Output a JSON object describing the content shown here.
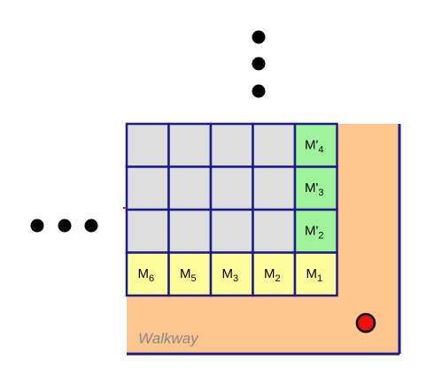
{
  "colors": {
    "walkway_fill": "#fcc48e",
    "grid_line": "#1b1b8c",
    "empty_cell": "#dedede",
    "bottom_row_cell": "#fdfd9b",
    "right_column_cell": "#9df29a",
    "marker": "#ee1111"
  },
  "walkway_label": "Walkway",
  "grid": {
    "rows": 4,
    "cols": 5,
    "bottom_row_labels": [
      {
        "base": "M",
        "prime": "",
        "sub": "6"
      },
      {
        "base": "M",
        "prime": "",
        "sub": "5"
      },
      {
        "base": "M",
        "prime": "",
        "sub": "3"
      },
      {
        "base": "M",
        "prime": "",
        "sub": "2"
      },
      {
        "base": "M",
        "prime": "",
        "sub": "1"
      }
    ],
    "right_column_labels": [
      {
        "base": "M",
        "prime": "'",
        "sub": "4"
      },
      {
        "base": "M",
        "prime": "'",
        "sub": "3"
      },
      {
        "base": "M",
        "prime": "'",
        "sub": "2"
      }
    ]
  },
  "ellipses": {
    "vertical_dot_count": 3,
    "horizontal_dot_count": 3
  },
  "marker_icon": "red-circle"
}
